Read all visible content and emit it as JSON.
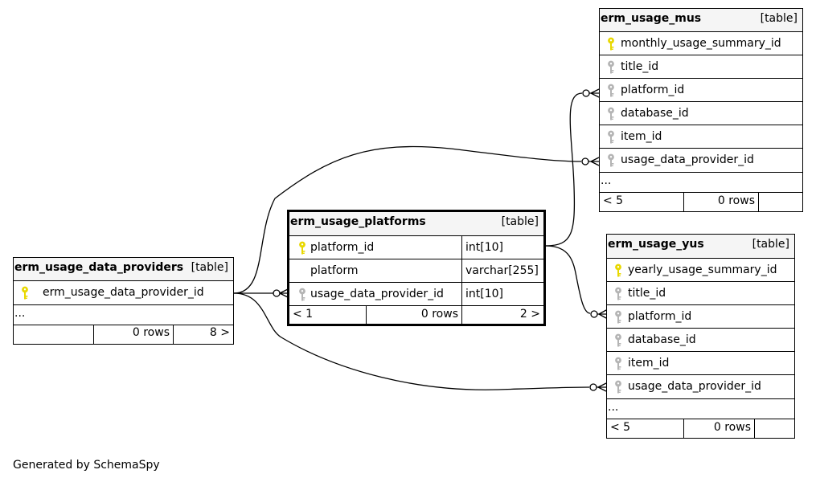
{
  "tables": {
    "mus": {
      "name": "erm_usage_mus",
      "type": "[table]",
      "columns": [
        {
          "name": "monthly_usage_summary_id",
          "key": "primary"
        },
        {
          "name": "title_id",
          "key": "foreign"
        },
        {
          "name": "platform_id",
          "key": "foreign"
        },
        {
          "name": "database_id",
          "key": "foreign"
        },
        {
          "name": "item_id",
          "key": "foreign"
        },
        {
          "name": "usage_data_provider_id",
          "key": "foreign"
        }
      ],
      "ellipsis": "...",
      "footer": {
        "parents": "< 5",
        "rows": "0 rows",
        "children": ""
      }
    },
    "platforms": {
      "name": "erm_usage_platforms",
      "type": "[table]",
      "columns": [
        {
          "name": "platform_id",
          "datatype": "int[10]",
          "key": "primary"
        },
        {
          "name": "platform",
          "datatype": "varchar[255]",
          "key": "none"
        },
        {
          "name": "usage_data_provider_id",
          "datatype": "int[10]",
          "key": "foreign"
        }
      ],
      "footer": {
        "parents": "< 1",
        "rows": "0 rows",
        "children": "2 >"
      }
    },
    "providers": {
      "name": "erm_usage_data_providers",
      "type": "[table]",
      "columns": [
        {
          "name": "erm_usage_data_provider_id",
          "key": "primary"
        }
      ],
      "ellipsis": "...",
      "footer": {
        "parents": "",
        "rows": "0 rows",
        "children": "8 >"
      }
    },
    "yus": {
      "name": "erm_usage_yus",
      "type": "[table]",
      "columns": [
        {
          "name": "yearly_usage_summary_id",
          "key": "primary"
        },
        {
          "name": "title_id",
          "key": "foreign"
        },
        {
          "name": "platform_id",
          "key": "foreign"
        },
        {
          "name": "database_id",
          "key": "foreign"
        },
        {
          "name": "item_id",
          "key": "foreign"
        },
        {
          "name": "usage_data_provider_id",
          "key": "foreign"
        }
      ],
      "ellipsis": "...",
      "footer": {
        "parents": "< 5",
        "rows": "0 rows",
        "children": ""
      }
    }
  },
  "relationships": [
    {
      "from": "erm_usage_data_providers.erm_usage_data_provider_id",
      "to": "erm_usage_platforms.usage_data_provider_id"
    },
    {
      "from": "erm_usage_data_providers.erm_usage_data_provider_id",
      "to": "erm_usage_mus.usage_data_provider_id"
    },
    {
      "from": "erm_usage_data_providers.erm_usage_data_provider_id",
      "to": "erm_usage_yus.usage_data_provider_id"
    },
    {
      "from": "erm_usage_platforms.platform_id",
      "to": "erm_usage_mus.platform_id"
    },
    {
      "from": "erm_usage_platforms.platform_id",
      "to": "erm_usage_yus.platform_id"
    }
  ],
  "colors": {
    "primary_key": "#e8d800",
    "foreign_key": "#b4b4b4",
    "header_bg": "#f5f5f5",
    "line": "#000000"
  },
  "footer_text": "Generated by SchemaSpy"
}
